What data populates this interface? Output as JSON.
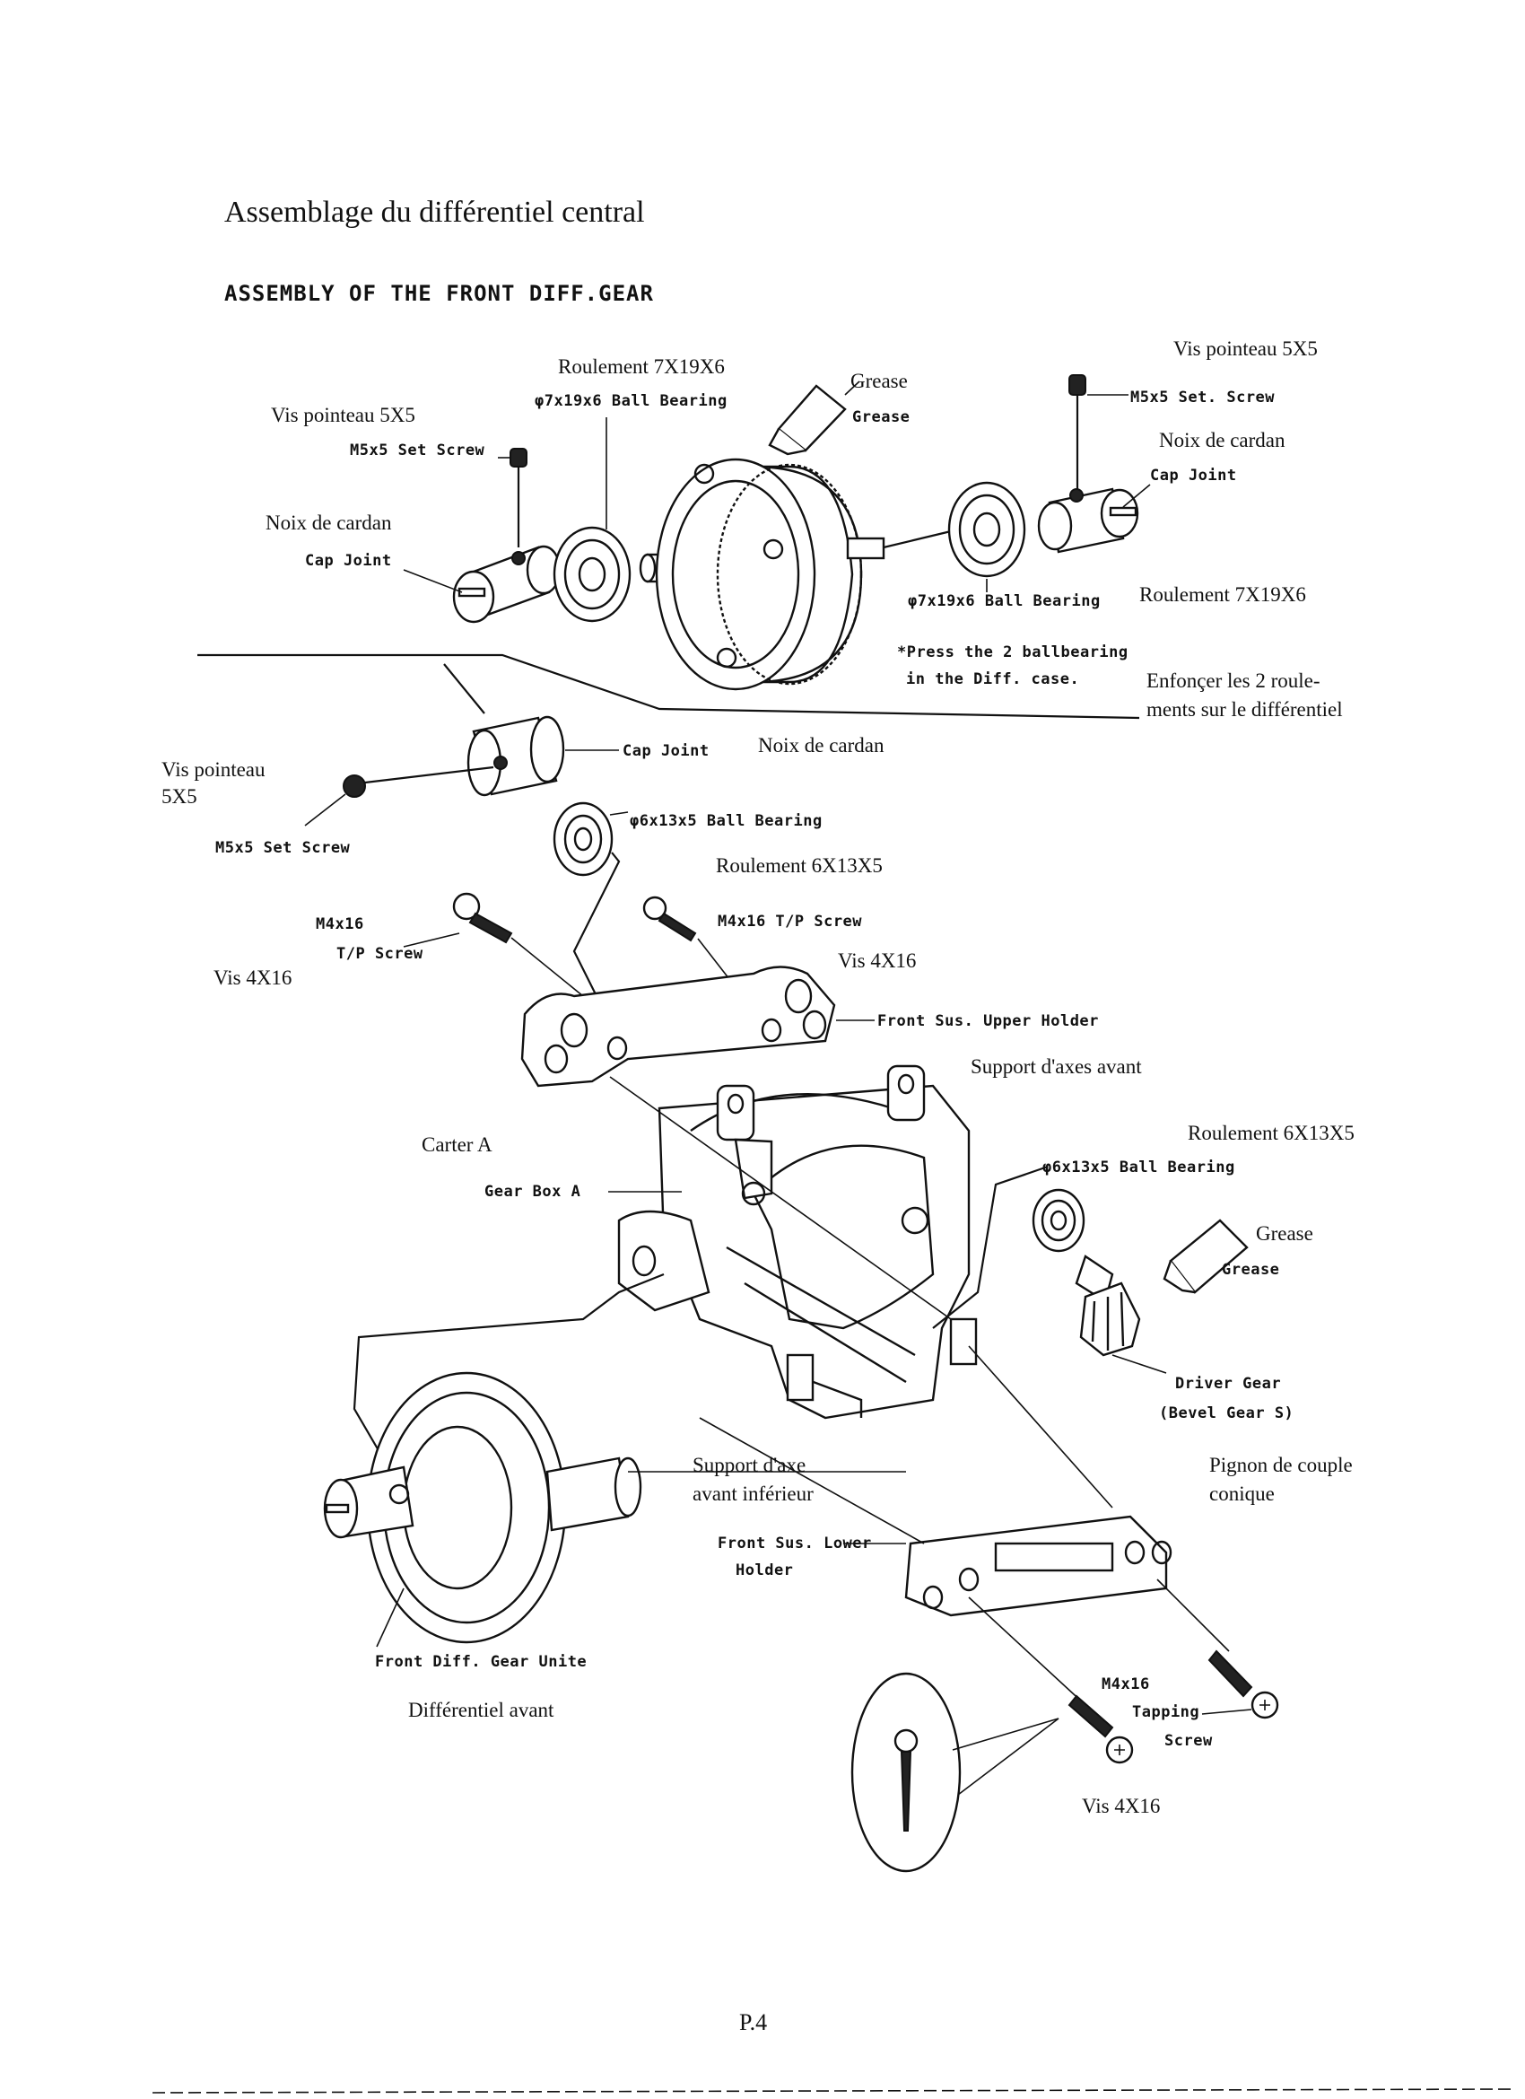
{
  "header": {
    "title_fr": "Assemblage du différentiel central",
    "title_en": "ASSEMBLY OF THE FRONT DIFF.GEAR"
  },
  "labels": {
    "bearing_top_fr": "Roulement 7X19X6",
    "bearing_top_en": "φ7x19x6 Ball Bearing",
    "grease_top_fr": "Grease",
    "grease_top_en": "Grease",
    "setscrew_tr_fr": "Vis pointeau 5X5",
    "setscrew_tr_en": "M5x5 Set. Screw",
    "setscrew_tl_fr": "Vis pointeau 5X5",
    "setscrew_tl_en": "M5x5 Set Screw",
    "capjoint_tr_fr": "Noix de cardan",
    "capjoint_tr_en": "Cap Joint",
    "capjoint_tl_fr": "Noix de cardan",
    "capjoint_tl_en": "Cap Joint",
    "bearing_right_en": "φ7x19x6 Ball Bearing",
    "bearing_right_fr": "Roulement 7X19X6",
    "press_note_1": "*Press the 2 ballbearing",
    "press_note_2": "in the Diff. case.",
    "enfoncer_1": "Enfonçer les 2 roule-",
    "enfoncer_2": "ments sur le différentiel",
    "capjoint_mid_en": "Cap Joint",
    "capjoint_mid_fr": "Noix de cardan",
    "setscrew_left_fr_1": "Vis pointeau",
    "setscrew_left_fr_2": "5X5",
    "setscrew_left_en": "M5x5 Set Screw",
    "bearing6_en": "φ6x13x5 Ball Bearing",
    "bearing6_fr": "Roulement 6X13X5",
    "m4_left_1": "M4x16",
    "m4_left_2": "T/P Screw",
    "vis4_left": "Vis 4X16",
    "m4_mid": "M4x16 T/P Screw",
    "vis4_mid": "Vis 4X16",
    "upper_holder_en": "Front Sus. Upper Holder",
    "upper_holder_fr": "Support d'axes avant",
    "carter_fr": "Carter A",
    "gearbox_en": "Gear Box A",
    "bearing6b_fr": "Roulement 6X13X5",
    "bearing6b_en": "φ6x13x5 Ball Bearing",
    "grease_right_fr": "Grease",
    "grease_right_en": "Grease",
    "driver_gear_1": "Driver Gear",
    "driver_gear_2": "(Bevel Gear S)",
    "pignon_1": "Pignon de couple",
    "pignon_2": "conique",
    "lower_fr_1": "Support d'axe",
    "lower_fr_2": "avant inférieur",
    "lower_en_1": "Front Sus. Lower",
    "lower_en_2": "Holder",
    "diff_unit_en": "Front Diff. Gear Unite",
    "diff_unit_fr": "Différentiel  avant",
    "tapping_1": "M4x16",
    "tapping_2": "Tapping",
    "tapping_3": "Screw",
    "vis4_bottom": "Vis 4X16"
  },
  "footer": {
    "page": "P.4"
  }
}
